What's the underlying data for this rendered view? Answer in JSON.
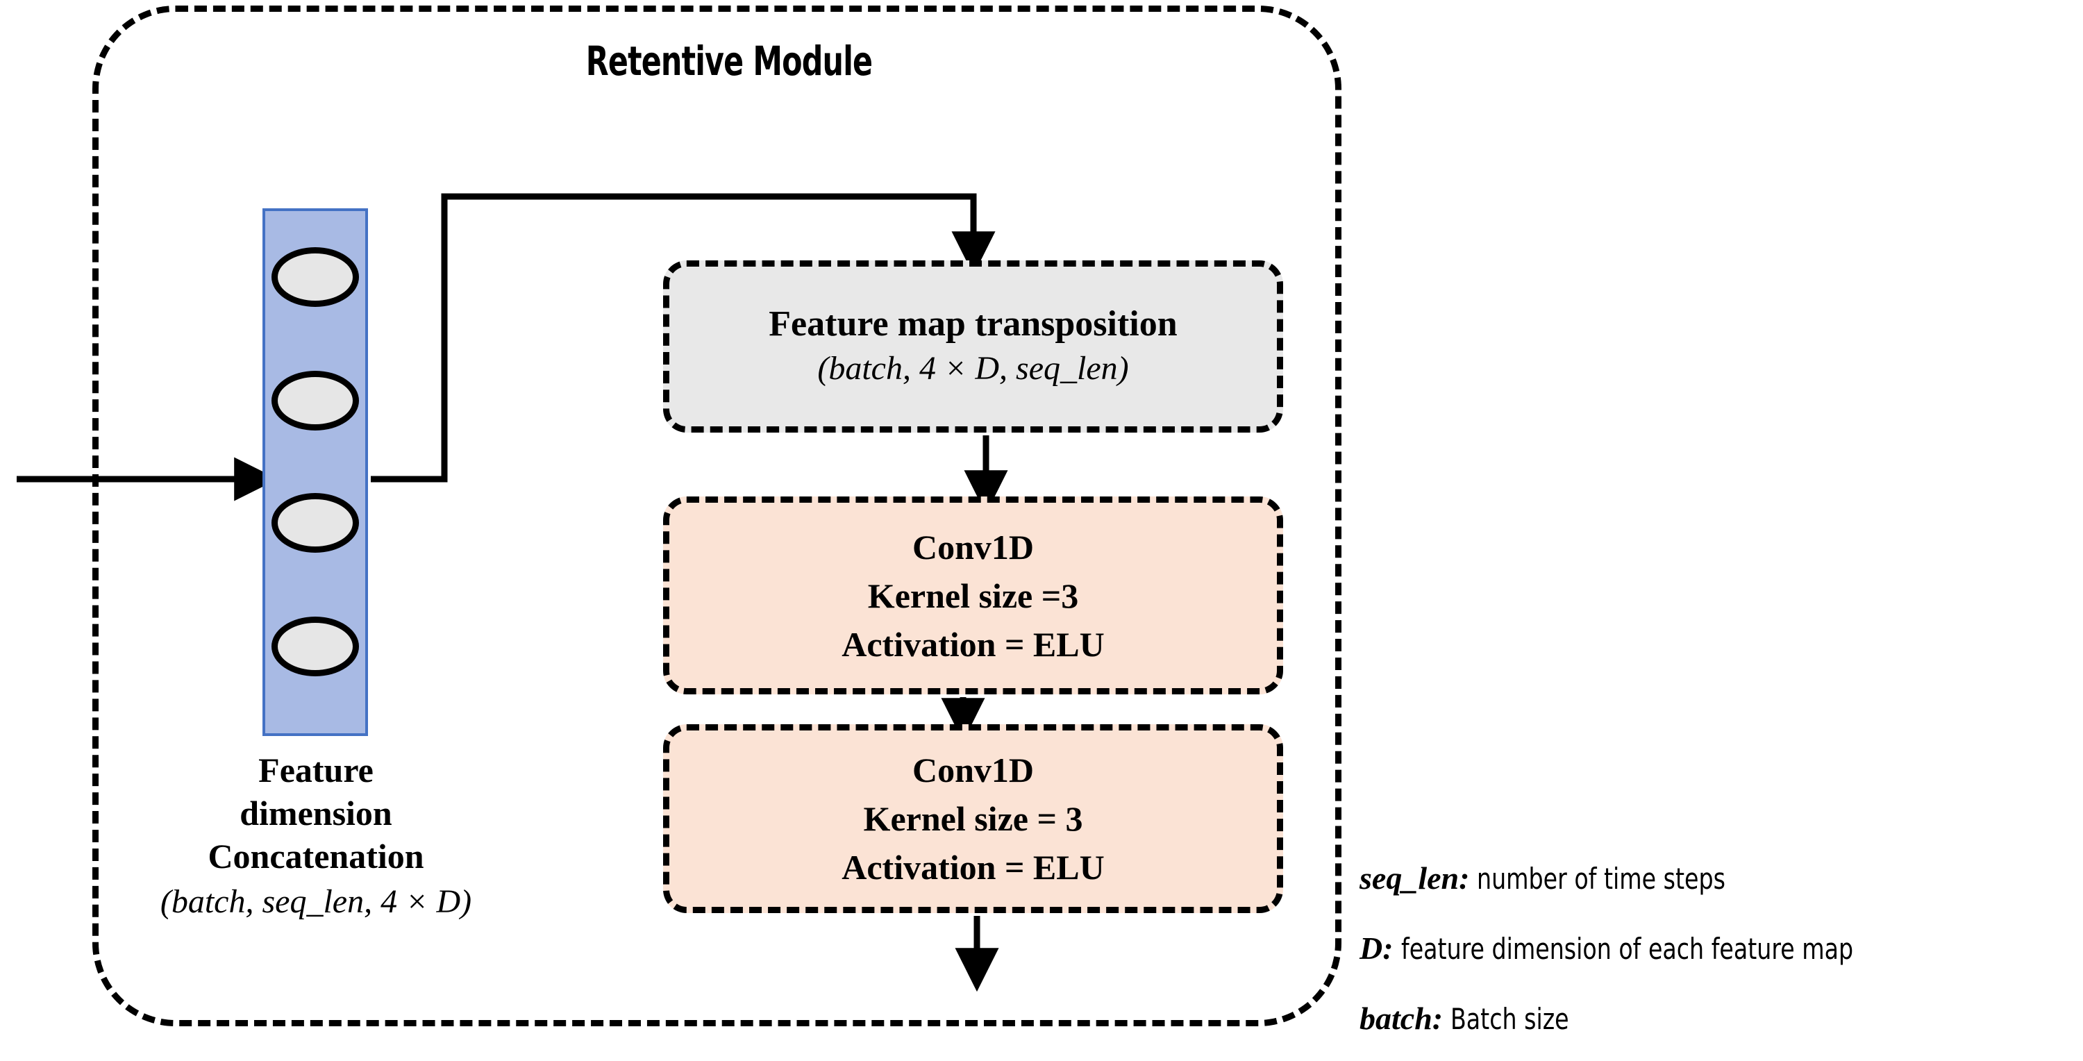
{
  "module": {
    "title": "Retentive Module",
    "border_color": "#000000"
  },
  "concat": {
    "bar_fill_color": "#a8bae4",
    "bar_border_color": "#4472c4",
    "node_fill_color": "#e6e6e6",
    "node_count": 4,
    "caption_lines": [
      "Feature",
      "dimension",
      "Concatenation"
    ],
    "caption_formula": "(batch, seq_len, 4 × D)"
  },
  "blocks": [
    {
      "name": "feature-map-transposition",
      "heading": "Feature map transposition",
      "formula": "(batch, 4 × D, seq_len)",
      "fill_color": "#e8e8e8"
    },
    {
      "name": "conv1d-first",
      "heading": "Conv1D",
      "line2": "Kernel size =3",
      "line3": "Activation = ELU",
      "fill_color": "#fbe3d5"
    },
    {
      "name": "conv1d-second",
      "heading": "Conv1D",
      "line2": "Kernel size = 3",
      "line3": "Activation = ELU",
      "fill_color": "#fbe3d5"
    }
  ],
  "legend": [
    {
      "term": "seq_len:",
      "desc": "number of time steps"
    },
    {
      "term": "D:",
      "desc": "feature dimension of each feature map"
    },
    {
      "term": "batch:",
      "desc": "Batch size"
    }
  ]
}
